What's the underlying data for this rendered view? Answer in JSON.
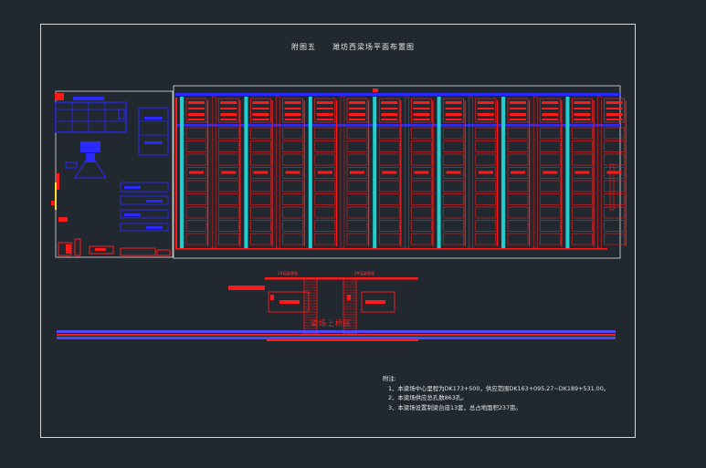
{
  "drawing": {
    "title": "附图五　　潍坊西梁场平面布置图",
    "area_label": "梁场上桥区",
    "sub_label_left": "1#运梁便道",
    "sub_label_right": "2#运梁便道",
    "notes_heading": "附注:",
    "notes": [
      "1、本梁场中心里程为DK173+500，供应范围DK163+095.27~DK189+531.00。",
      "2、本梁场供应总孔数863孔。",
      "3、本梁场设置制梁台座13套，总占地面积237亩。"
    ]
  },
  "colors": {
    "background": "#212830",
    "frame": "#d8d8d8",
    "beam_red": "#ff1a1a",
    "rail_blue": "#1a1aff",
    "cyan": "#20d0d0"
  }
}
